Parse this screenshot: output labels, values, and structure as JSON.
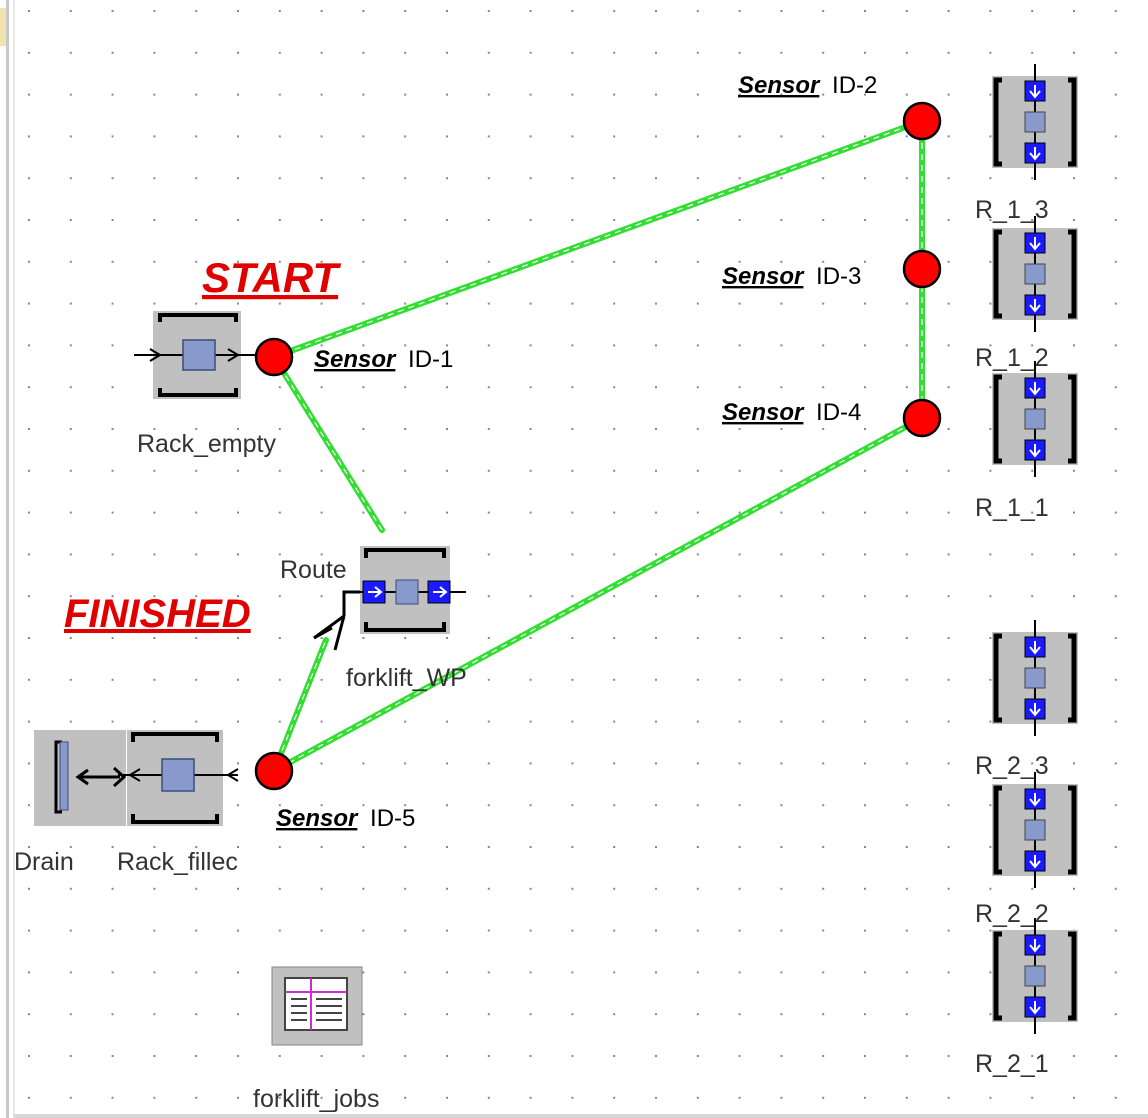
{
  "labels": {
    "start": "START",
    "finished": "FINISHED",
    "sensor_word": "Sensor",
    "sensor_ids": [
      "ID-1",
      "ID-2",
      "ID-3",
      "ID-4",
      "ID-5"
    ]
  },
  "objects": {
    "rack_empty": "Rack_empty",
    "route": "Route",
    "forklift_wp": "forklift_WP",
    "drain": "Drain",
    "rack_filled": "Rack_fillec",
    "forklift_jobs": "forklift_jobs",
    "r_1_3": "R_1_3",
    "r_1_2": "R_1_2",
    "r_1_1": "R_1_1",
    "r_2_3": "R_2_3",
    "r_2_2": "R_2_2",
    "r_2_1": "R_2_1"
  },
  "colors": {
    "path": "#33dd33",
    "sensor": "#ff0000",
    "annotation": "#e00000",
    "block_gray": "#c0c0c0",
    "store_blue": "#8899cc",
    "port_blue": "#1a1aff"
  },
  "icons": {
    "sensor": "red-circle-icon",
    "source": "source-block-icon",
    "drain": "drain-block-icon",
    "store": "store-block-icon",
    "table": "table-icon",
    "route": "route-connector-icon"
  }
}
